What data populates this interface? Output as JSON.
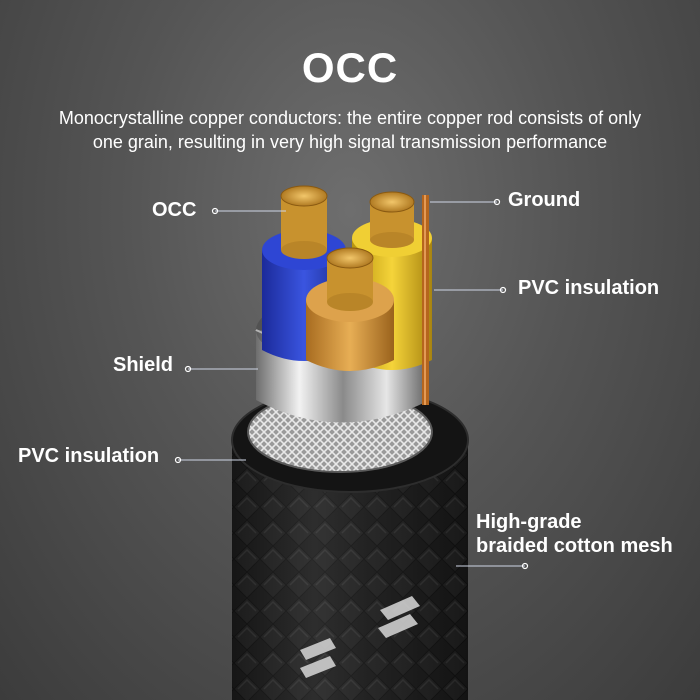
{
  "title": "OCC",
  "subtitle": {
    "line1": "Monocrystalline copper conductors: the entire copper rod consists of only",
    "line2": "one grain, resulting in very high signal transmission performance"
  },
  "labels": {
    "occ": "OCC",
    "ground": "Ground",
    "pvc_inner": "PVC insulation",
    "shield": "Shield",
    "pvc_outer": "PVC insulation",
    "braid_line1": "High-grade",
    "braid_line2": "braided cotton mesh"
  },
  "colors": {
    "background": "#555555",
    "jacket": "#1b1b1b",
    "shield": "#c9c9c9",
    "wire_blue": "#2a3fc9",
    "wire_yellow": "#e6c21e",
    "wire_orange": "#d49a3a",
    "copper": "#d9a441",
    "ground_wire": "#b5651d"
  }
}
